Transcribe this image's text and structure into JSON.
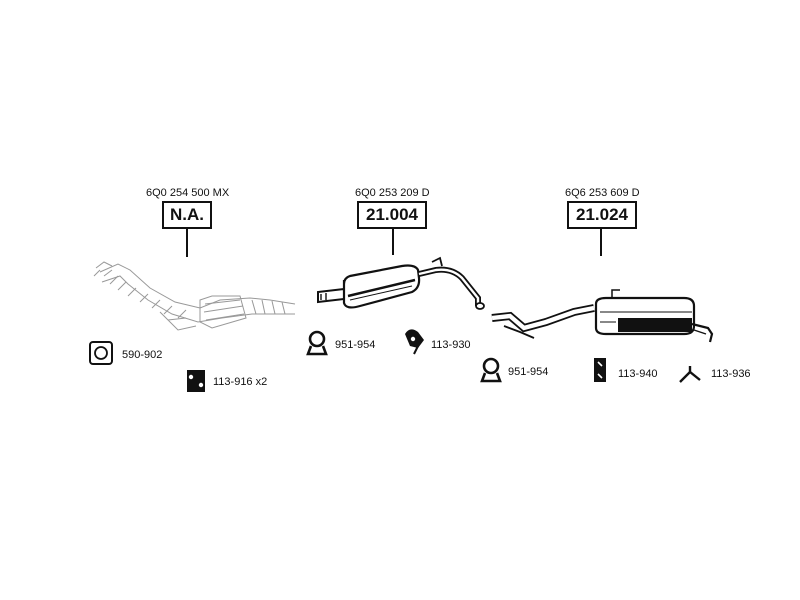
{
  "assemblies": [
    {
      "oe": "6Q0 254 500 MX",
      "ref": "N.A."
    },
    {
      "oe": "6Q0 253 209 D",
      "ref": "21.004"
    },
    {
      "oe": "6Q6 253 609 D",
      "ref": "21.024"
    }
  ],
  "accessories": [
    {
      "label": "590-902",
      "icon": "flange-gasket-icon"
    },
    {
      "label": "113-916 x2",
      "icon": "rubber-mount-icon"
    },
    {
      "label": "951-954",
      "icon": "pipe-clamp-icon"
    },
    {
      "label": "113-930",
      "icon": "hanger-bracket-icon"
    },
    {
      "label": "951-954",
      "icon": "pipe-clamp-icon"
    },
    {
      "label": "113-940",
      "icon": "rubber-hanger-icon"
    },
    {
      "label": "113-936",
      "icon": "y-hanger-icon"
    }
  ]
}
